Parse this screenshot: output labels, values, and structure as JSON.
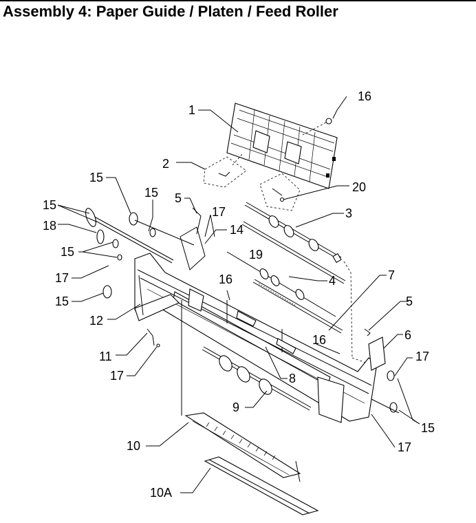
{
  "page": {
    "title": "Assembly 4: Paper Guide / Platen / Feed Roller"
  },
  "callouts": {
    "c1": "1",
    "c2": "2",
    "c3": "3",
    "c4": "4",
    "c5a": "5",
    "c5b": "5",
    "c6": "6",
    "c7": "7",
    "c8": "8",
    "c9": "9",
    "c10": "10",
    "c10a": "10A",
    "c11": "11",
    "c12": "12",
    "c14": "14",
    "c15a": "15",
    "c15b": "15",
    "c15c": "15",
    "c15d": "15",
    "c15e": "15",
    "c15f": "15",
    "c16a": "16",
    "c16b": "16",
    "c16c": "16",
    "c17a": "17",
    "c17b": "17",
    "c17c": "17",
    "c17d": "17",
    "c17e": "17",
    "c18": "18",
    "c19": "19",
    "c20": "20"
  }
}
